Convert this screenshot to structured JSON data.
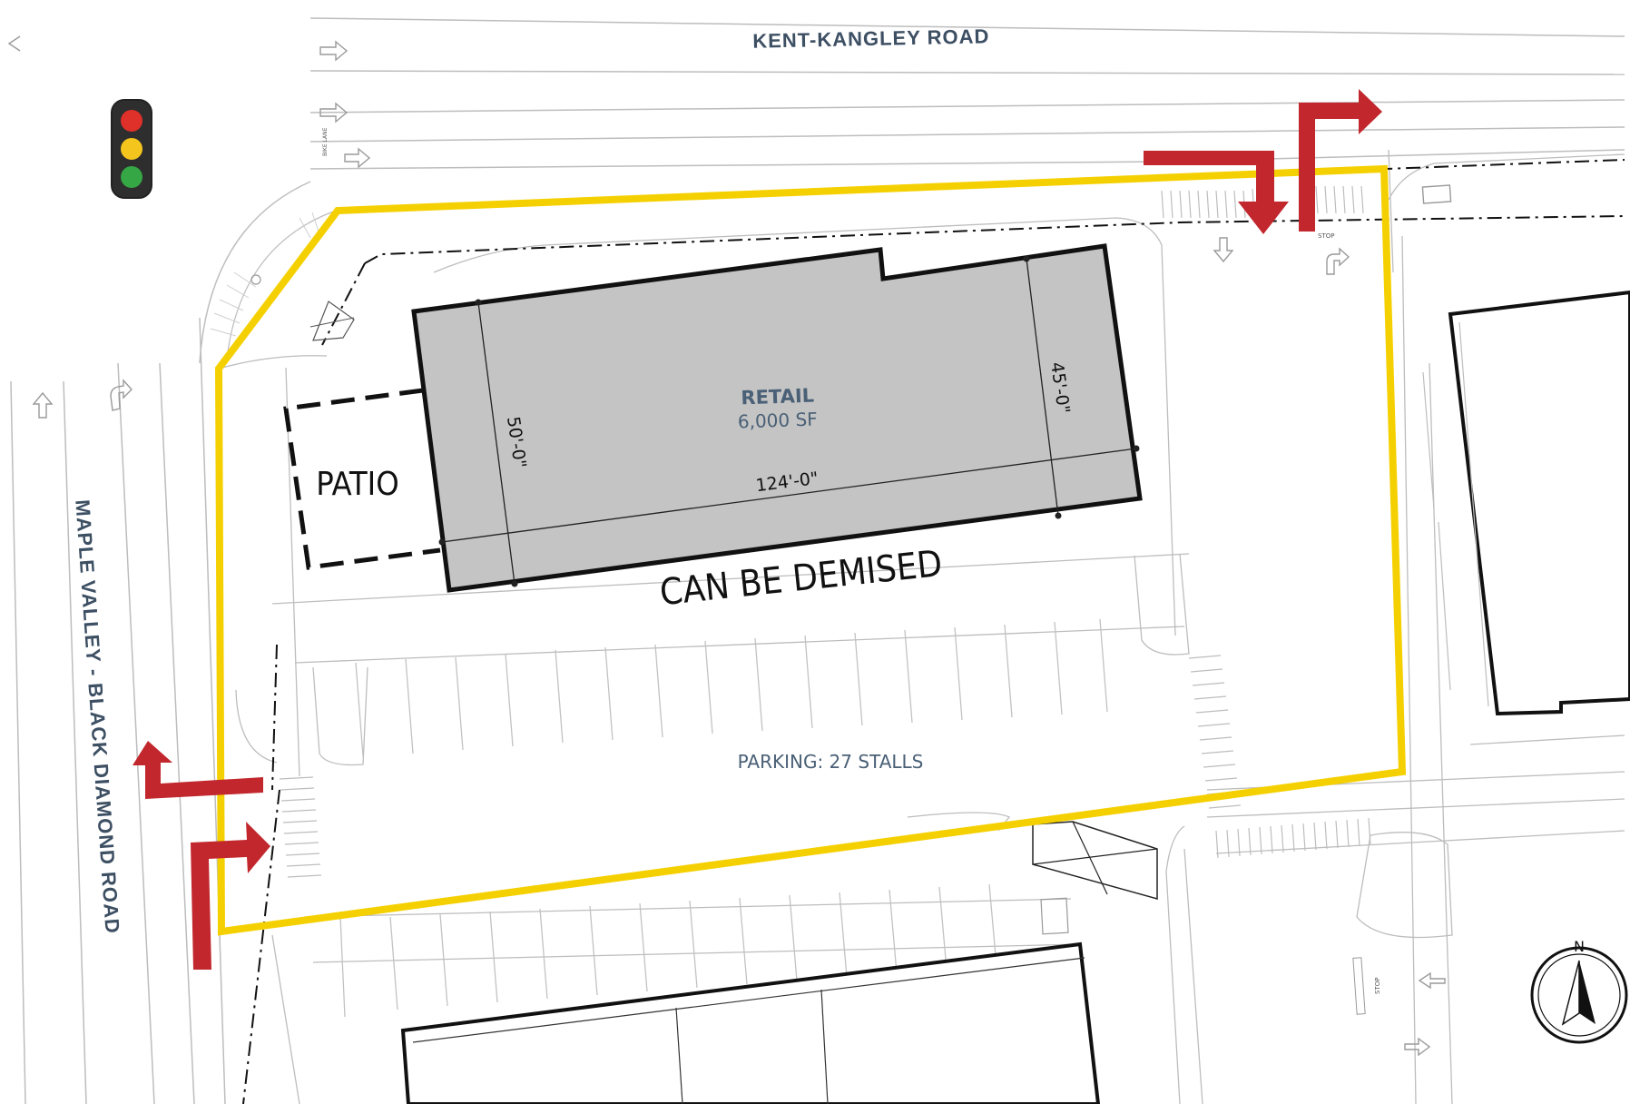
{
  "roads": {
    "north": "KENT-KANGLEY ROAD",
    "west": "MAPLE VALLEY - BLACK DIAMOND ROAD"
  },
  "building": {
    "title": "RETAIL",
    "area": "6,000 SF",
    "dim_length": "124'-0\"",
    "dim_left_depth": "50'-0\"",
    "dim_right_depth": "45'-0\""
  },
  "patio_label": "PATIO",
  "demise_label": "CAN BE DEMISED",
  "parking_label": "PARKING: 27 STALLS",
  "road_marks": {
    "bike_lane": "BIKE LANE",
    "stop": "STOP",
    "north": "N"
  },
  "colors": {
    "site_boundary": "#f5d000",
    "access_arrow": "#c1272d",
    "building_fill": "#c4c4c4",
    "label_text": "#3d4f63"
  },
  "icons": [
    "traffic-light-icon",
    "north-arrow-icon",
    "access-arrow-icon",
    "lane-arrow-icon"
  ]
}
